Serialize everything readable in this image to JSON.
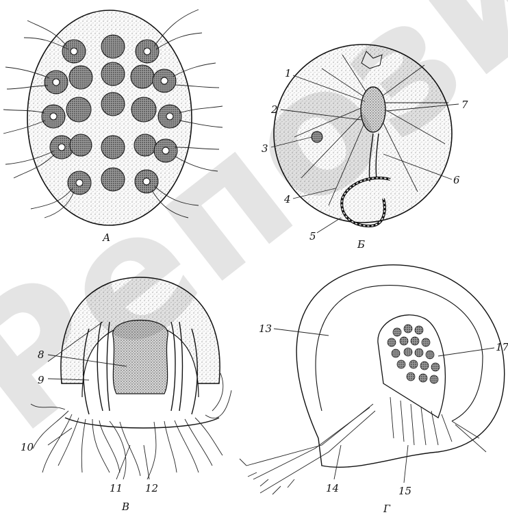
{
  "watermark": "Репозиторий",
  "panels": [
    {
      "id": "A",
      "label": "А"
    },
    {
      "id": "B",
      "label": "Б"
    },
    {
      "id": "V",
      "label": "В"
    },
    {
      "id": "G",
      "label": "Г"
    }
  ],
  "callouts": {
    "n1": "1",
    "n2": "2",
    "n3": "3",
    "n4": "4",
    "n5": "5",
    "n6": "6",
    "n7": "7",
    "n8": "8",
    "n9": "9",
    "n10": "10",
    "n11": "11",
    "n12": "12",
    "n13": "13",
    "n14": "14",
    "n15": "15",
    "n17": "17"
  },
  "colors": {
    "ink": "#111111",
    "stipple": "#8a8a8a",
    "background": "#ffffff"
  }
}
